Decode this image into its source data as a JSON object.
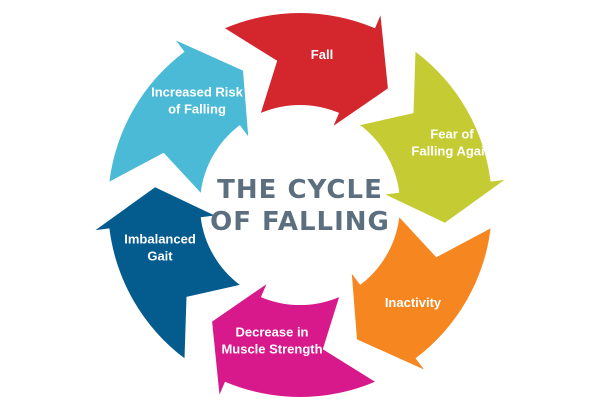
{
  "title": {
    "line1": "THE CYCLE",
    "line2": "OF FALLING"
  },
  "steps": [
    {
      "lines": [
        "Fall"
      ],
      "color": "#d3262d"
    },
    {
      "lines": [
        "Fear of",
        "Falling Again"
      ],
      "color": "#c5cc33"
    },
    {
      "lines": [
        "Inactivity"
      ],
      "color": "#f58620"
    },
    {
      "lines": [
        "Decrease in",
        "Muscle Strength"
      ],
      "color": "#d8198b"
    },
    {
      "lines": [
        "Imbalanced",
        "Gait"
      ],
      "color": "#045b8e"
    },
    {
      "lines": [
        "Increased Risk",
        "of Falling"
      ],
      "color": "#4bbad6"
    }
  ]
}
